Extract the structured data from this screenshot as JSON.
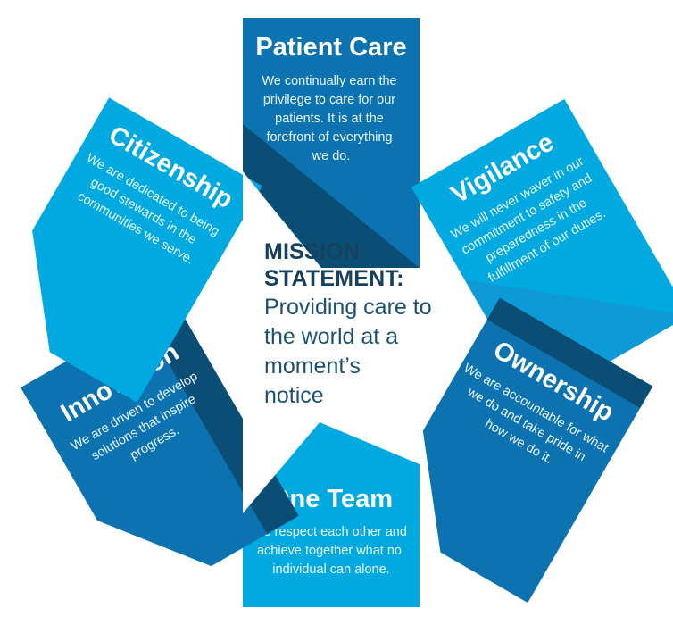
{
  "diagram": {
    "name": "mission-and-values-pinwheel",
    "center": {
      "label": "MISSION STATEMENT:",
      "label_line1": "MISSION",
      "label_line2": "STATEMENT:",
      "text": "Providing care to the world at a moment’s notice",
      "text_lines": [
        "Providing care to",
        "the world at a",
        "moment’s",
        "notice"
      ]
    },
    "colors": {
      "light_blue": "#00a9e0",
      "medium_blue": "#0c72b0",
      "dark_navy": "#0a4d75",
      "deep_navy": "#0d3f63",
      "background": "#ffffff",
      "title_text": "#ffffff",
      "body_text": "#eaf7fd",
      "mission_heading": "#16415e",
      "mission_body": "#1d5070"
    },
    "petals": [
      {
        "id": "patient-care",
        "title": "Patient Care",
        "body": "We continually earn the privilege to care for our patients. It is at the forefront of everything we do.",
        "body_lines": [
          "We continually earn the",
          "privilege to care for our",
          "patients. It is at the",
          "forefront of everything",
          "we do."
        ],
        "fill": "#0c72b0",
        "fold": "#0a4d75",
        "rotation": 0
      },
      {
        "id": "vigilance",
        "title": "Vigilance",
        "body": "We will never waver in our commitment to safety and preparedness in the fulfillment of our duties.",
        "body_lines": [
          "We will never waver in our",
          "commitment to safety and",
          "preparedness in the",
          "fulfillment of our duties."
        ],
        "fill": "#00a9e0",
        "fold": "#0d3f63",
        "rotation": -30
      },
      {
        "id": "ownership",
        "title": "Ownership",
        "body": "We are accountable for what we do and take pride in how we do it.",
        "body_lines": [
          "We are accountable for what",
          "we do and take pride in",
          "how we do it."
        ],
        "fill": "#0c72b0",
        "fold": "#0a4d75",
        "rotation": 30
      },
      {
        "id": "one-team",
        "title": "One Team",
        "body": "We respect each other and achieve together what no individual can alone.",
        "body_lines": [
          "We respect each other and",
          "achieve together what no",
          "individual can alone."
        ],
        "fill": "#00a9e0",
        "fold": "#0d3f63",
        "rotation": 0
      },
      {
        "id": "innovation",
        "title": "Innovation",
        "body": "We are driven to develop solutions that inspire progress.",
        "body_lines": [
          "We are driven to develop",
          "solutions that inspire",
          "progress."
        ],
        "fill": "#0c72b0",
        "fold": "#0a4d75",
        "rotation": -30
      },
      {
        "id": "citizenship",
        "title": "Citizenship",
        "body": "We are dedicated to being good stewards in the communities we serve.",
        "body_lines": [
          "We are dedicated to being",
          "good stewards in the",
          "communities we serve."
        ],
        "fill": "#00a9e0",
        "fold": "#0d3f63",
        "rotation": 30
      }
    ]
  }
}
